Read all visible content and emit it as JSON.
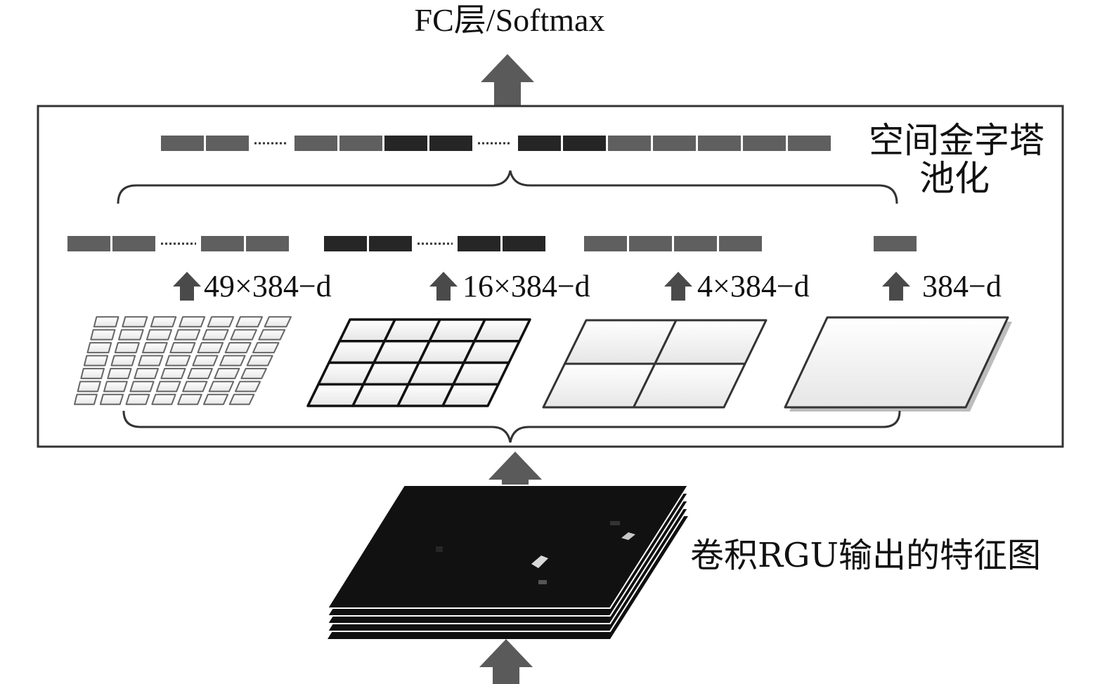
{
  "labels": {
    "top": "FC层/Softmax",
    "spp_line1": "空间金字塔",
    "spp_line2": "池化",
    "feature_map": "卷积RGU输出的特征图"
  },
  "levels": [
    {
      "grid": 7,
      "dim_label": "49×384−d"
    },
    {
      "grid": 4,
      "dim_label": "16×384−d"
    },
    {
      "grid": 2,
      "dim_label": "4×384−d"
    },
    {
      "grid": 1,
      "dim_label": "384−d"
    }
  ],
  "colors": {
    "arrow": "#5a5a5a",
    "bar_gray": "#5f5f5f",
    "bar_dark": "#262626",
    "frame": "#333333",
    "grid_fill": "#f2f2f2",
    "feature_map": "#101010"
  }
}
